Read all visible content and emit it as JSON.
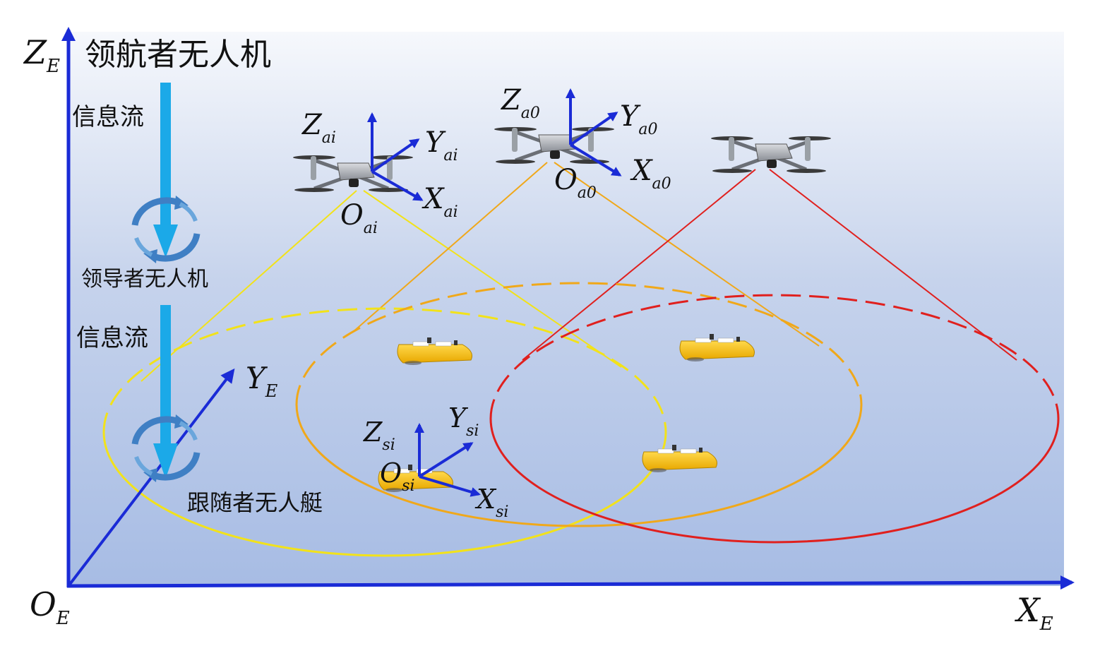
{
  "title": "领航者无人机",
  "labels": {
    "info_flow_top": "信息流",
    "info_flow_bottom": "信息流",
    "leader_uav_mid": "领导者无人机",
    "follower_usv": "跟随者无人艇"
  },
  "global_axes": {
    "z": {
      "main": "Z",
      "sub": "E"
    },
    "y": {
      "main": "Y",
      "sub": "E"
    },
    "x": {
      "main": "X",
      "sub": "E"
    },
    "origin": {
      "main": "O",
      "sub": "E"
    }
  },
  "drone_ai_frame": {
    "z": {
      "main": "Z",
      "sub": "ai"
    },
    "y": {
      "main": "Y",
      "sub": "ai"
    },
    "x": {
      "main": "X",
      "sub": "ai"
    },
    "origin": {
      "main": "O",
      "sub": "ai"
    }
  },
  "drone_a0_frame": {
    "z": {
      "main": "Z",
      "sub": "a0"
    },
    "y": {
      "main": "Y",
      "sub": "a0"
    },
    "x": {
      "main": "X",
      "sub": "a0"
    },
    "origin": {
      "main": "O",
      "sub": "a0"
    }
  },
  "boat_si_frame": {
    "z": {
      "main": "Z",
      "sub": "si"
    },
    "y": {
      "main": "Y",
      "sub": "si"
    },
    "x": {
      "main": "X",
      "sub": "si"
    },
    "origin": {
      "main": "O",
      "sub": "si"
    }
  },
  "colors": {
    "axis_blue": "#1a2bd6",
    "flow_arrow": "#1ba9e8",
    "cone_yellow": "#f2e21a",
    "cone_orange": "#f0a81a",
    "cone_red": "#e0201e",
    "boat_yellow": "#f7c21a",
    "bg_top": "#f4f6fb",
    "bg_bottom": "#a9bde3"
  },
  "icons": [
    "drone-icon",
    "boat-icon",
    "cycle-arrows-icon"
  ]
}
